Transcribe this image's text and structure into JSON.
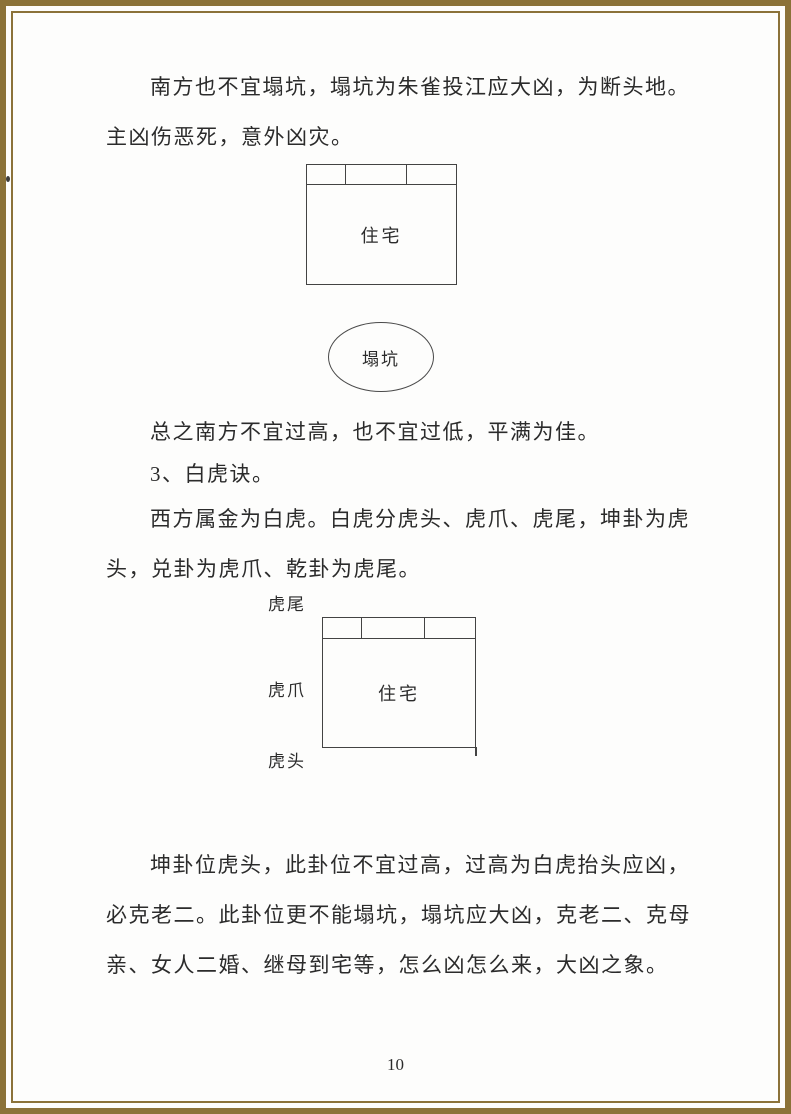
{
  "document": {
    "page_number": "10",
    "colors": {
      "border_frame": "#8b7239",
      "text": "#2b2b2b",
      "diagram_line": "#434343"
    },
    "section_south": {
      "para1_line1": "南方也不宜塌坑，塌坑为朱雀投江应大凶，为断头地。",
      "para1_line2": "主凶伤恶死，意外凶灾。",
      "summary": "总之南方不宜过高，也不宜过低，平满为佳。"
    },
    "diagram_south": {
      "house_label": "住宅",
      "pit_label": "塌坑"
    },
    "section_tiger": {
      "heading": "3、白虎诀。",
      "para1_line1": "西方属金为白虎。白虎分虎头、虎爪、虎尾，坤卦为虎",
      "para1_line2": "头，兑卦为虎爪、乾卦为虎尾。",
      "para2_line1": "坤卦位虎头，此卦位不宜过高，过高为白虎抬头应凶，",
      "para2_line2": "必克老二。此卦位更不能塌坑，塌坑应大凶，克老二、克母",
      "para2_line3": "亲、女人二婚、继母到宅等，怎么凶怎么来，大凶之象。"
    },
    "diagram_tiger": {
      "house_label": "住宅",
      "tail_label": "虎尾",
      "claw_label": "虎爪",
      "head_label": "虎头"
    }
  }
}
